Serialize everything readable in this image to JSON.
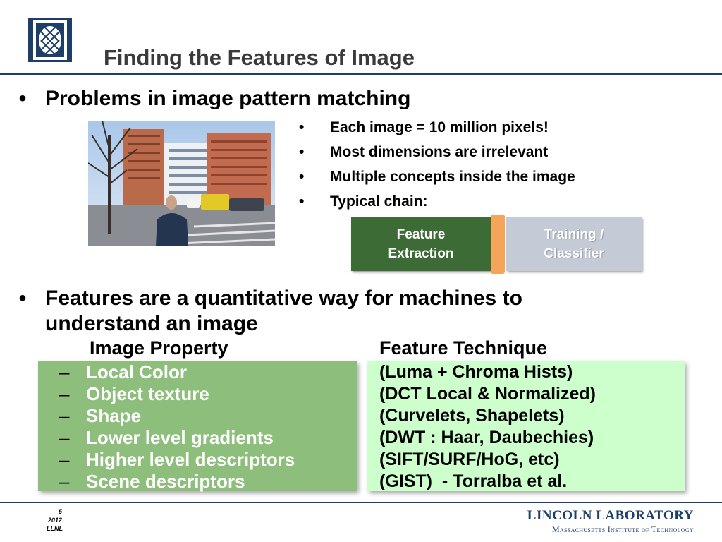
{
  "colors": {
    "title_rule": "#1d3f66",
    "feature_box": "#3d6b35",
    "separator": "#f5a55a",
    "classifier_box": "#c5cbd6",
    "property_panel": "#8ebe7c",
    "technique_panel": "#ccffcc"
  },
  "header": {
    "logo_icon": "lattice-shield-icon",
    "title": "Finding the Features of Image"
  },
  "bullets": {
    "first": "Problems in image pattern matching",
    "second_line1": "Features are a quantitative way for machines to",
    "second_line2": "understand an image",
    "bullet_glyph": "•"
  },
  "sub_bullets": [
    "Each image = 10 million pixels!",
    "Most dimensions are irrelevant",
    "Multiple concepts inside the image",
    "Typical chain:"
  ],
  "chain": {
    "step1_line1": "Feature",
    "step1_line2": "Extraction",
    "step2_line1": "Training /",
    "step2_line2": "Classifier"
  },
  "table": {
    "left_header": "Image Property",
    "right_header": "Feature Technique",
    "dash": "–",
    "properties": [
      "Local Color",
      "Object texture",
      "Shape",
      "Lower level gradients",
      "Higher level descriptors",
      "Scene descriptors"
    ],
    "techniques": [
      "(Luma + Chroma Hists)",
      "(DCT Local & Normalized)",
      "(Curvelets, Shapelets)",
      "(DWT : Haar, Daubechies)",
      "(SIFT/SURF/HoG, etc)",
      "(GIST)  - Torralba et al."
    ]
  },
  "footer": {
    "page_number": "5",
    "year": "2012",
    "org": "LLNL",
    "lab_line1": "LINCOLN LABORATORY",
    "lab_line2": "Massachusetts Institute of Technology"
  }
}
